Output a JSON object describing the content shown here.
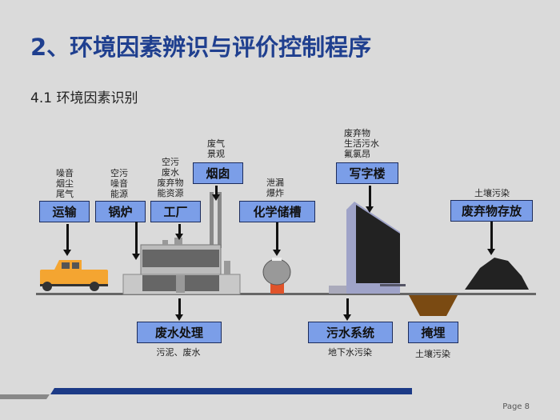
{
  "title": "2、环境因素辨识与评价控制程序",
  "subtitle": "4.1 环境因素识别",
  "boxes": {
    "transport": {
      "label": "运输",
      "notes": "噪音\n烟尘\n尾气"
    },
    "boiler": {
      "label": "锅炉",
      "notes": "空污\n噪音\n能源"
    },
    "factory": {
      "label": "工厂",
      "notes": "空污\n废水\n废弃物\n能资源"
    },
    "chimney": {
      "label": "烟囱",
      "notes": "废气\n景观"
    },
    "chem_tank": {
      "label": "化学储槽",
      "notes": "泄漏\n爆炸"
    },
    "office": {
      "label": "写字楼",
      "notes": "废弃物\n生活污水\n氟氯昂"
    },
    "waste_storage": {
      "label": "废弃物存放",
      "notes": "土壤污染"
    },
    "wastewater": {
      "label": "废水处理",
      "notes": "污泥、废水"
    },
    "sewage": {
      "label": "污水系统",
      "notes": "地下水污染"
    },
    "landfill": {
      "label": "掩埋",
      "notes": "土壤污染"
    }
  },
  "footer": {
    "page": "Page 8"
  },
  "colors": {
    "title": "#1f3f8f",
    "box": "#7b9ee8",
    "bar": "#1c3a86"
  }
}
